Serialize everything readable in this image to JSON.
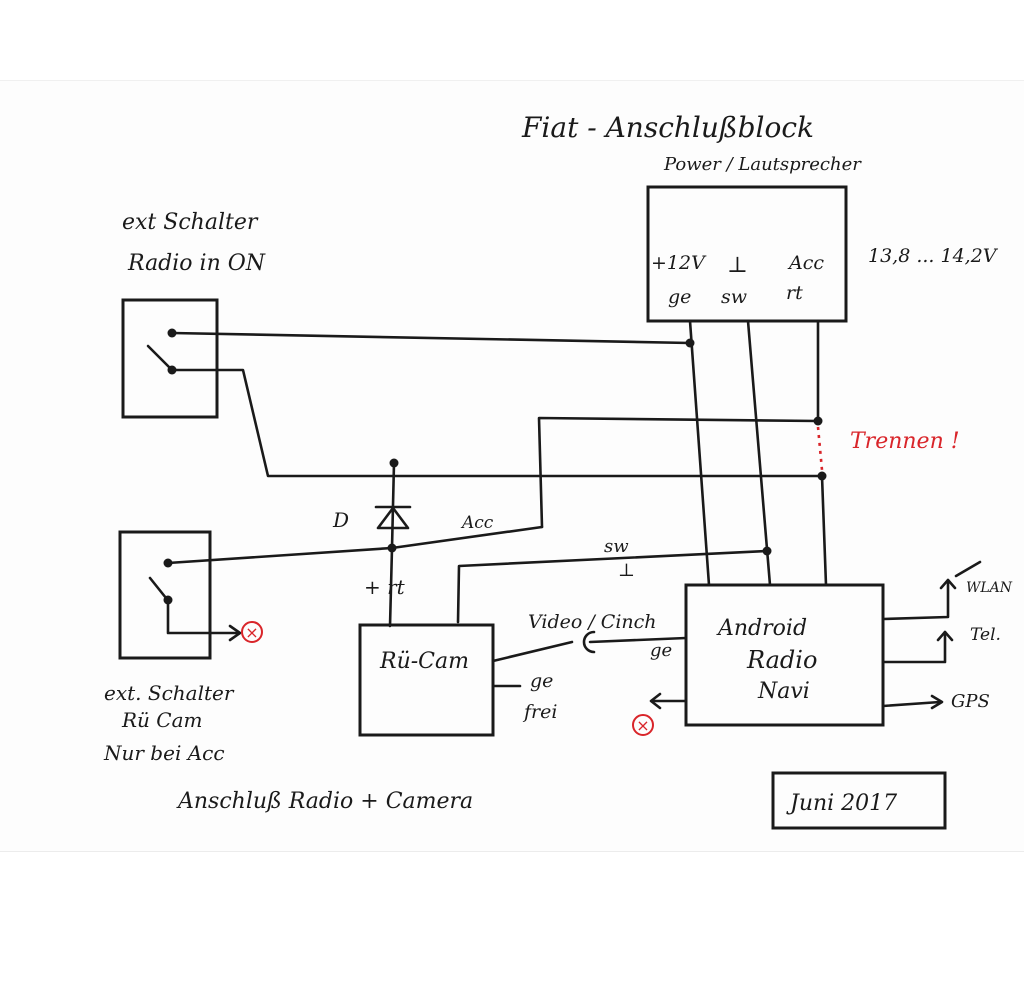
{
  "title_line1": "Fiat - Anschlußblock",
  "title_line2": "Power / Lautsprecher",
  "block_terminals": {
    "t1": "+12V",
    "t2": "⊥",
    "t3": "Acc",
    "c1": "ge",
    "c2": "sw",
    "c3": "rt"
  },
  "voltage_range": "13,8 ... 14,2V",
  "switch1_label_line1": "ext Schalter",
  "switch1_label_line2": "Radio in ON",
  "trennen_label": "Trennen !",
  "diode_label": "D",
  "acc_label": "Acc",
  "sw_label": "sw",
  "ground_symbol": "⊥",
  "plus_rt_label": "+ rt",
  "video_label": "Video / Cinch",
  "ge_label_video": "ge",
  "camera_label": "Rü-Cam",
  "ge_frei_line1": "ge",
  "ge_frei_line2": "frei",
  "radio_line1": "Android",
  "radio_line2": "Radio",
  "radio_line3": "Navi",
  "wlan_label": "WLAN",
  "tel_label": "Tel.",
  "gps_label": "GPS",
  "switch2_label_line1": "ext. Schalter",
  "switch2_label_line2": "Rü Cam",
  "switch2_label_line3": "Nur bei Acc",
  "marker_x": "×",
  "footer_title": "Anschluß   Radio + Camera",
  "date_label": "Juni 2017",
  "colors": {
    "ink": "#1a1a1a",
    "red": "#d9252a"
  }
}
